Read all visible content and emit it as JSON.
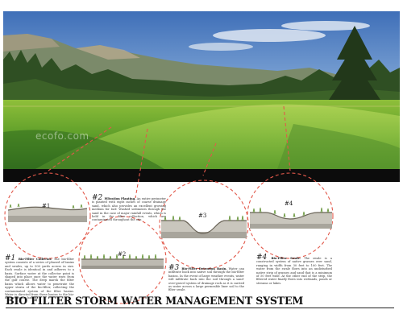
{
  "watermark": "ecofo.com",
  "title": "BIO FILTER STORM WATER MANAGEMENT SYSTEM",
  "circles": [
    {
      "label": "#1"
    },
    {
      "label": "#2"
    },
    {
      "label": "#3"
    },
    {
      "label": "#4"
    }
  ],
  "captions": [
    {
      "num": "#1",
      "title": "Bio-Filter Collector.",
      "text": "The bio-filter system consists of a series of phased of basins and swales, up to 500 yards across in size. Each swale is identical in and adheres to a basis. Surface water at the collector point is shaped into place once the water rises from the golf course. The deep marsh the filter basin which allows water to penetrate the upper strata of the bio-filter, collecting the contaminated system of the filter basins. Water is directed from these basins to the bio-filter retention basins."
    },
    {
      "num": "#2",
      "title": "Filtration Planting.",
      "text": "An entire perimeter is planted with eight inches of coarse drainage sand, which also provides an excellent growing medium for turf. Washed sediments through the sand in the case of major rainfall events, which is held in the filter collection, which are contaminated throughout the site."
    },
    {
      "num": "#3",
      "title": "Bio-Filter Detention Basin.",
      "text": "Water can infiltrate back into native soil through the bio-filter basins. In the event of large weather events, water will infiltrate back into the soil through a sand-over-gravel system of drainage rock as it is carried as water across a large permeable liner soil to the filter swale."
    },
    {
      "num": "#4",
      "title": "Bio-Filter Swale.",
      "text": "The swale is a constructed system of native grasses over sand, ranging in width from 30 feet to 100 feet. The water from the swale flows into an undisturbed native strip of grasses and sand that is a minimum of 50 feet wide. At the other end of the strip, the filtered water finally flows into wetlands, ponds or streams or lakes."
    }
  ]
}
